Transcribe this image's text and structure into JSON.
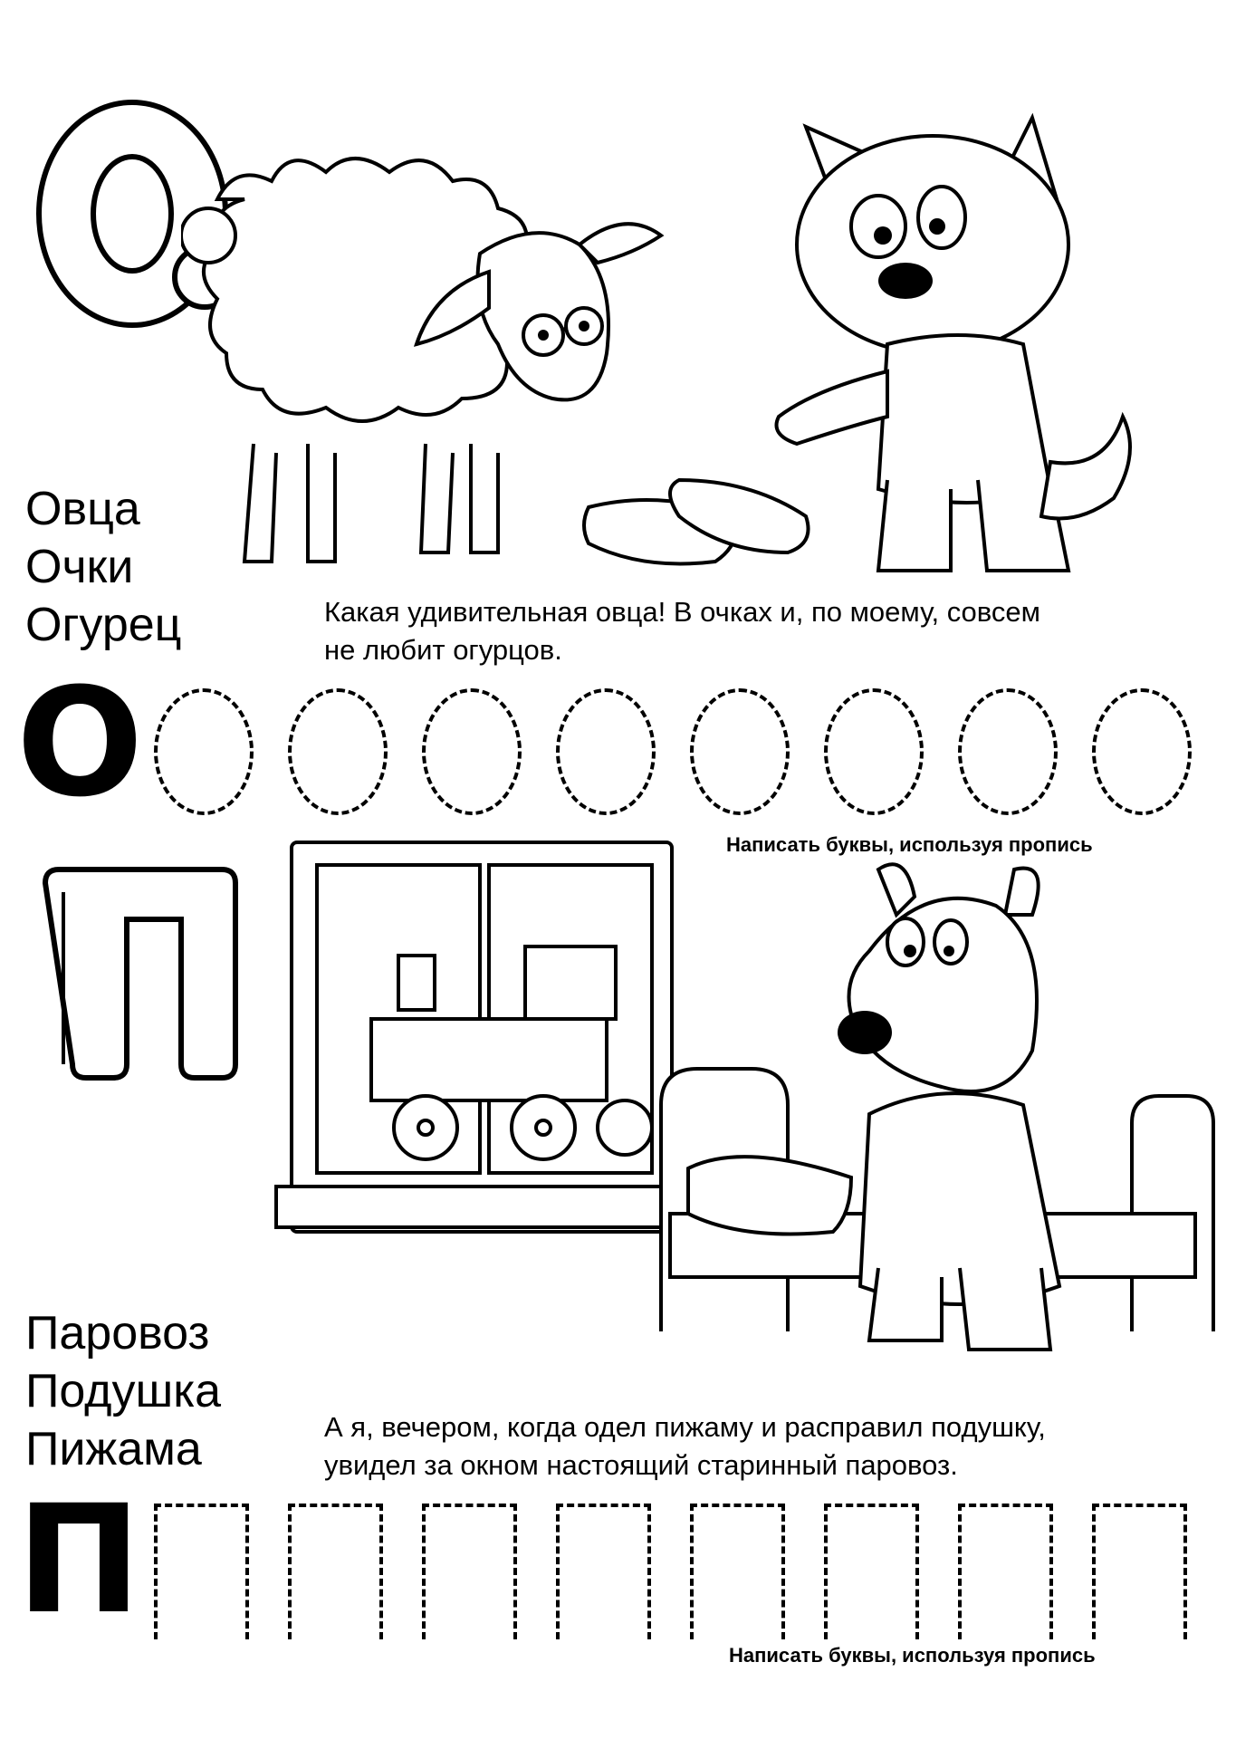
{
  "section_o": {
    "letter": "О",
    "words": [
      "Овца",
      "Очки",
      "Огурец"
    ],
    "caption_line1": "Какая удивительная овца! В очках и, по моему, совсем",
    "caption_line2": "не любит огурцов.",
    "practice_letter": "О",
    "instruction": "Написать буквы, используя пропись"
  },
  "section_p": {
    "letter": "П",
    "words": [
      "Паровоз",
      "Подушка",
      "Пижама"
    ],
    "caption_line1": "А я, вечером, когда одел пижаму и расправил подушку,",
    "caption_line2": "увидел за окном настоящий старинный паровоз.",
    "practice_letter": "П",
    "instruction": "Написать буквы, используя пропись"
  },
  "illustrations": [
    {
      "name": "sheep-with-glasses-illustration"
    },
    {
      "name": "cat-in-shirt-illustration"
    },
    {
      "name": "cucumbers-illustration"
    },
    {
      "name": "window-with-locomotive-illustration"
    },
    {
      "name": "bed-with-pillow-illustration"
    },
    {
      "name": "dog-in-pajamas-illustration"
    }
  ]
}
